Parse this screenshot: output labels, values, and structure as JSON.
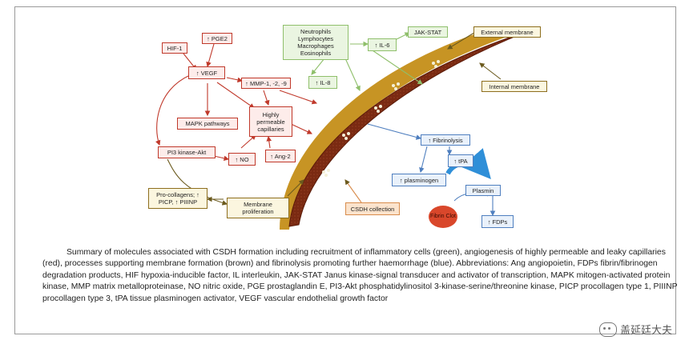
{
  "colors": {
    "red": "#c0392b",
    "green": "#8fbf6b",
    "brown": "#8d6e1e",
    "blue": "#4f7fbf",
    "orange": "#d88c4c",
    "membrane": "#c79424",
    "hematoma": "#7a2a12"
  },
  "nodes": {
    "hif1": "HIF-1",
    "pge2": "↑ PGE2",
    "vegf": "↑ VEGF",
    "mmp": "↑ MMP-1, -2, -9",
    "mapk": "MAPK pathways",
    "permeable": "Highly permeable capillaries",
    "pi3k": "PI3 kinase-Akt",
    "no": "↑ NO",
    "ang2": "↑ Ang-2",
    "cells": "Neutrophils Lymphocytes Macrophages Eosinophils",
    "il6": "↑ IL-6",
    "il8": "↑ IL-8",
    "jakstat": "JAK-STAT",
    "external_membrane": "External membrane",
    "internal_membrane": "Internal membrane",
    "procollagens": "Pro-collagens; ↑ PICP, ↑ PIIINP",
    "membrane_proliferation": "Membrane proliferation",
    "csdh_collection": "CSDH collection",
    "fibrinolysis": "↑ Fibrinolysis",
    "tpa": "↑ tPA",
    "plasminogen": "↑ plasminogen",
    "plasmin": "Plasmin",
    "fibrin_clot": "Fibrin Clot",
    "fdps": "↑ FDPs"
  },
  "caption": {
    "text": "Summary of molecules associated with CSDH formation including recruitment of inflammatory cells (green), angiogenesis of highly permeable and leaky capillaries (red), processes supporting membrane formation (brown) and fibrinolysis promoting further haemorrhage (blue). Abbreviations: Ang angiopoietin, FDPs fibrin/fibrinogen degradation products, HIF hypoxia-inducible factor, IL interleukin, JAK-STAT Janus kinase-signal transducer and activator of transcription, MAPK mitogen-activated protein kinase, MMP matrix metalloproteinase, NO nitric oxide, PGE prostaglandin E, PI3-Akt phosphatidylinositol 3-kinase-serine/threonine kinase, PICP procollagen type 1, PIIINP procollagen type 3, tPA tissue plasminogen activator, VEGF vascular endothelial growth factor"
  },
  "watermark": "盖延廷大夫"
}
